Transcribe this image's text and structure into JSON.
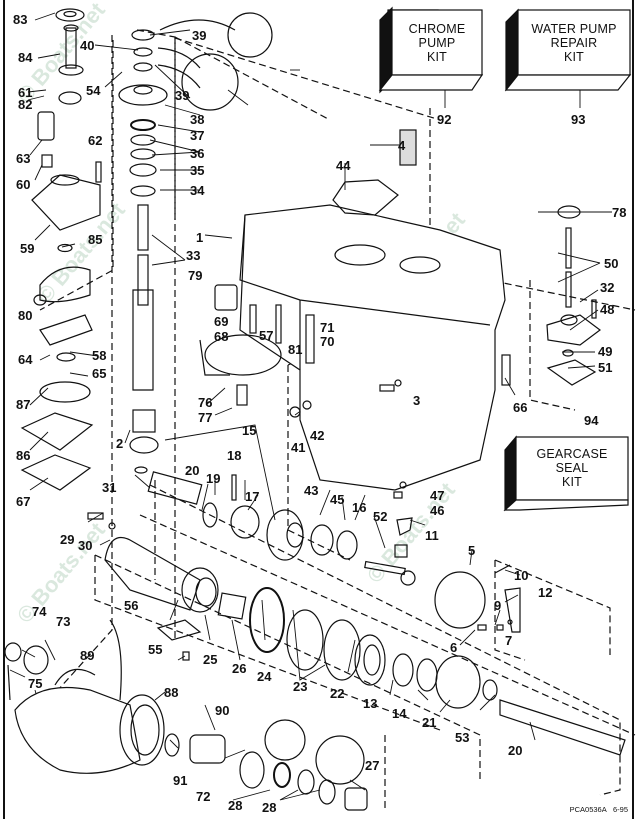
{
  "diagram": {
    "title": "Gearcase exploded parts diagram",
    "drawing_code": "PCA0536A",
    "drawing_date": "6-95",
    "watermark": "© Boats.net"
  },
  "kits": [
    {
      "id": "92",
      "lines": [
        "CHROME",
        "PUMP",
        "KIT"
      ]
    },
    {
      "id": "93",
      "lines": [
        "WATER PUMP",
        "REPAIR",
        "KIT"
      ]
    },
    {
      "id": "94",
      "lines": [
        "GEARCASE",
        "SEAL",
        "KIT"
      ]
    }
  ],
  "labels": {
    "l1": "1",
    "l2": "2",
    "l3": "3",
    "l4": "4",
    "l5": "5",
    "l6": "6",
    "l7": "7",
    "l9": "9",
    "l10": "10",
    "l11": "11",
    "l12": "12",
    "l13": "13",
    "l14": "14",
    "l15": "15",
    "l16": "16",
    "l17": "17",
    "l18": "18",
    "l19": "19",
    "l20a": "20",
    "l20b": "20",
    "l21": "21",
    "l22": "22",
    "l23": "23",
    "l24": "24",
    "l25": "25",
    "l26": "26",
    "l27": "27",
    "l28a": "28",
    "l28b": "28",
    "l29": "29",
    "l30": "30",
    "l31": "31",
    "l32": "32",
    "l33": "33",
    "l34": "34",
    "l35": "35",
    "l36": "36",
    "l37": "37",
    "l38": "38",
    "l39a": "39",
    "l39b": "39",
    "l40": "40",
    "l41": "41",
    "l42": "42",
    "l43": "43",
    "l44": "44",
    "l45": "45",
    "l46": "46",
    "l47": "47",
    "l48": "48",
    "l49": "49",
    "l50": "50",
    "l51": "51",
    "l52": "52",
    "l53": "53",
    "l54": "54",
    "l55": "55",
    "l56": "56",
    "l57": "57",
    "l58": "58",
    "l59": "59",
    "l60": "60",
    "l61": "61",
    "l62": "62",
    "l63": "63",
    "l64": "64",
    "l65": "65",
    "l66": "66",
    "l67": "67",
    "l68": "68",
    "l69": "69",
    "l70": "70",
    "l71": "71",
    "l72": "72",
    "l73": "73",
    "l74": "74",
    "l75": "75",
    "l76": "76",
    "l77": "77",
    "l78": "78",
    "l79": "79",
    "l80": "80",
    "l81": "81",
    "l82": "82",
    "l83": "83",
    "l84": "84",
    "l85": "85",
    "l86": "86",
    "l87": "87",
    "l88": "88",
    "l89": "89",
    "l90": "90",
    "l91": "91",
    "l92": "92",
    "l93": "93",
    "l94": "94"
  }
}
